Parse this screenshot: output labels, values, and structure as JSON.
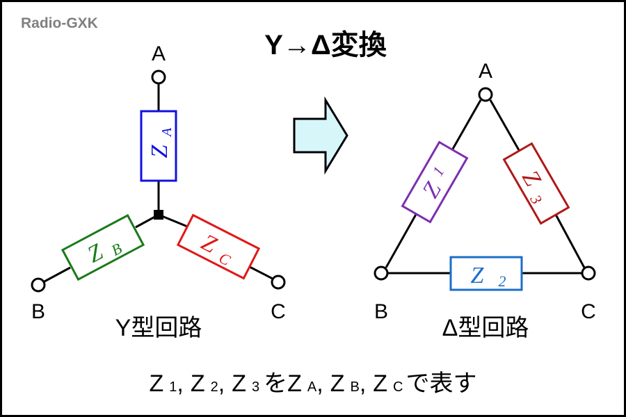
{
  "watermark": "Radio-GXK",
  "title": "Y→Δ変換",
  "y_circuit": {
    "caption": "Y型回路",
    "node_a": "A",
    "node_b": "B",
    "node_c": "C",
    "za": {
      "main": "Z",
      "sub": "A",
      "color": "#1010e0"
    },
    "zb": {
      "main": "Z",
      "sub": "B",
      "color": "#1a7a1a"
    },
    "zc": {
      "main": "Z",
      "sub": "C",
      "color": "#e01818"
    }
  },
  "delta_circuit": {
    "caption": "Δ型回路",
    "node_a": "A",
    "node_b": "B",
    "node_c": "C",
    "z1": {
      "main": "Z",
      "sub": "1",
      "color": "#7b2fb0"
    },
    "z2": {
      "main": "Z",
      "sub": "2",
      "color": "#1a6fc8"
    },
    "z3": {
      "main": "Z",
      "sub": "3",
      "color": "#b01818"
    }
  },
  "arrow_fill": "#d6f6fa",
  "footer": {
    "z": "Z",
    "s1": "1",
    "s2": "2",
    "s3": "3",
    "sa": "A",
    "sb": "B",
    "sc": "C",
    "comma": ",",
    "wo": "を",
    "tail": "で表す"
  }
}
